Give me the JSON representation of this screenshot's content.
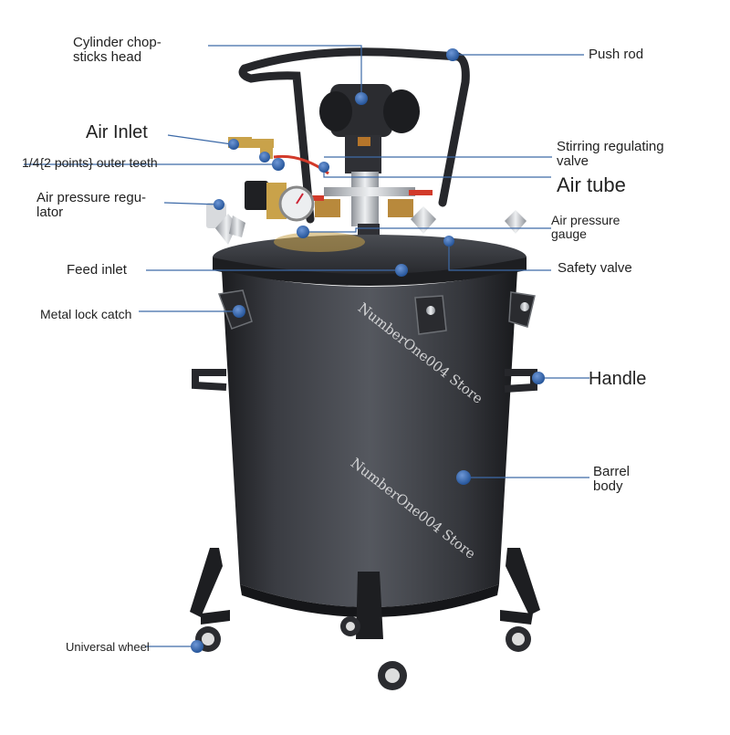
{
  "labels": {
    "cylinder_head": [
      "Cylinder chop-",
      "sticks head"
    ],
    "push_rod": "Push rod",
    "air_inlet": "Air Inlet",
    "stirring_valve": [
      "Stirring regulating",
      "valve"
    ],
    "outer_teeth": "1/4{2 points} outer teeth",
    "air_tube": "Air tube",
    "pressure_regulator": [
      "Air pressure regu-",
      "lator"
    ],
    "pressure_gauge": [
      "Air pressure",
      "gauge"
    ],
    "feed_inlet": "Feed inlet",
    "safety_valve": "Safety valve",
    "lock_catch": "Metal lock catch",
    "handle": "Handle",
    "barrel_body": [
      "Barrel",
      "body"
    ],
    "universal_wheel": "Universal wheel"
  },
  "watermark": "NumberOne004 Store",
  "colors": {
    "leader": "#3d6aa8",
    "dot": "#2e5fa3",
    "tank": "#2a2c30",
    "metal": "#c9ccd0",
    "valve_red": "#d23a2a",
    "brass": "#c9a24a"
  }
}
